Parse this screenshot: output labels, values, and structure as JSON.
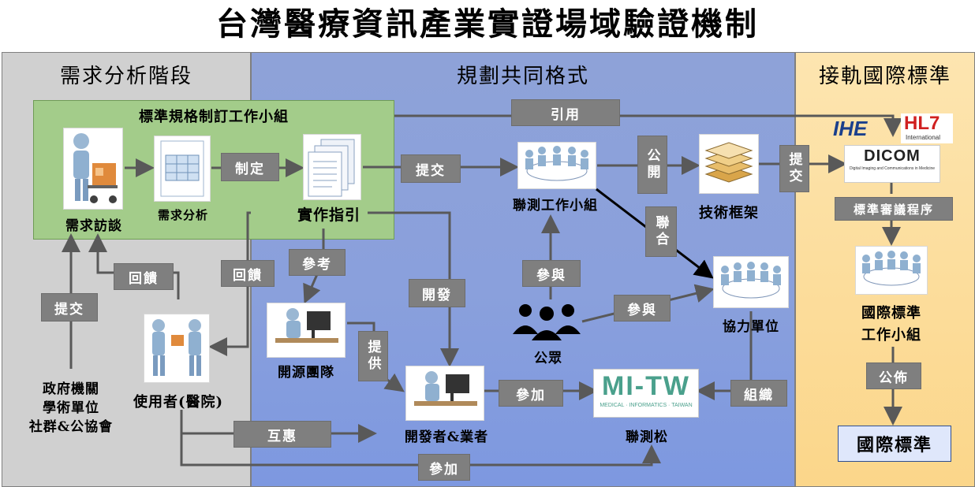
{
  "title": "台灣醫療資訊產業實證場域驗證機制",
  "phases": {
    "left": "需求分析階段",
    "middle": "規劃共同格式",
    "right": "接軌國際標準"
  },
  "group_title": "標準規格制訂工作小組",
  "nodes": {
    "interview": "需求訪談",
    "analysis": "需求分析",
    "guide": "實作指引",
    "test_group": "聯測工作小組",
    "framework": "技術框架",
    "cooperate": "協力單位",
    "oss_team": "開源團隊",
    "developer": "開發者&業者",
    "public": "公眾",
    "connectathon": "聯測松",
    "user": "使用者(醫院)",
    "gov": [
      "政府機關",
      "學術單位",
      "社群&公協會"
    ],
    "intl_group": [
      "國際標準",
      "工作小組"
    ],
    "intl_standard": "國際標準"
  },
  "edges": {
    "formulate": "制定",
    "submit1": "提交",
    "publish": "公開",
    "submit2": "提交",
    "cite": "引用",
    "joint": "聯合",
    "participate1": "參與",
    "participate2": "參與",
    "reference": "參考",
    "develop": "開發",
    "provide": "提供",
    "join1": "參加",
    "join2": "參加",
    "organize": "組織",
    "mutual": "互惠",
    "feedback1": "回饋",
    "feedback2": "回饋",
    "submit3": "提交",
    "review": "標準審議程序",
    "announce": "公佈"
  },
  "logos": {
    "ihe": "IHE",
    "hl7": "HL7",
    "hl7_sub": "International",
    "dicom": "DICOM",
    "dicom_sub": "Digital Imaging and Communications in Medicine",
    "mitw": "MI-TW",
    "mitw_sub": "MEDICAL · INFORMATICS · TAIWAN"
  },
  "colors": {
    "left_panel": "#d0d0d0",
    "middle_panel": "#8aa0dc",
    "right_panel": "#fbd68a",
    "group_box": "#a3cc8a",
    "tag": "#7f7f7f"
  }
}
